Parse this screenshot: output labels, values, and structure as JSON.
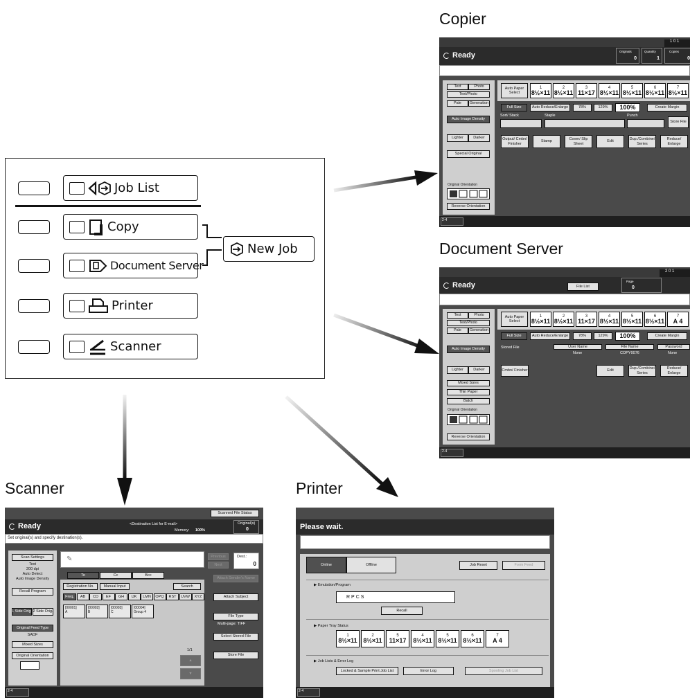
{
  "labels": {
    "copier": "Copier",
    "document_server": "Document Server",
    "scanner": "Scanner",
    "printer": "Printer"
  },
  "control_panel": {
    "job_list": "Job List",
    "copy": "Copy",
    "document_server": "Document Server",
    "printer": "Printer",
    "scanner": "Scanner",
    "new_job": "New Job"
  },
  "copier_screen": {
    "counter": "1 0 1",
    "status": "Ready",
    "originals_label": "Originals",
    "originals_value": "0",
    "quantity_label": "Quantity",
    "quantity_value": "1",
    "copies_label": "Copies",
    "copies_value": "0",
    "left_buttons": [
      "Text",
      "Photo",
      "Text/Photo",
      "Pale",
      "Generation",
      "Auto Image Density",
      "Lighter",
      "Darker",
      "Special Original"
    ],
    "orientation_label": "Original Orientation",
    "reverse_orientation": "Reverse Orientation",
    "auto_paper": "Auto Paper Select",
    "trays": [
      {
        "n": "1",
        "size": "8½×11"
      },
      {
        "n": "2",
        "size": "8½×11"
      },
      {
        "n": "3",
        "size": "11×17"
      },
      {
        "n": "4",
        "size": "8½×11"
      },
      {
        "n": "5",
        "size": "8½×11"
      },
      {
        "n": "6",
        "size": "8½×11"
      },
      {
        "n": "7",
        "size": "8½×11"
      }
    ],
    "full_size": "Full Size",
    "auto_reduce": "Auto Reduce/Enlarge",
    "r78": "78%",
    "r129": "129%",
    "r100": "100%",
    "create_margin": "Create Margin",
    "sort_stack": "Sort/ Stack",
    "staple": "Staple",
    "punch": "Punch",
    "store_file": "Store File",
    "func_buttons": [
      "Output/ Cmbn/ Finisher",
      "Stamp",
      "Cover/ Slip Sheet",
      "Edit",
      "Dup./Combine/ Series",
      "Reduce/ Enlarge"
    ],
    "bottom_chip": "2-4"
  },
  "docserver_screen": {
    "counter": "2 0 1",
    "status": "Ready",
    "file_list": "File List",
    "page_label": "Page",
    "page_value": "0",
    "left_buttons": [
      "Text",
      "Photo",
      "Text/Photo",
      "Pale",
      "Generation",
      "Auto Image Density",
      "Lighter",
      "Darker",
      "Mixed Sizes",
      "Thin Paper",
      "Batch"
    ],
    "orientation_label": "Original Orientation",
    "reverse_orientation": "Reverse Orientation",
    "auto_paper": "Auto Paper Select",
    "trays": [
      {
        "n": "1",
        "size": "8½×11"
      },
      {
        "n": "2",
        "size": "8½×11"
      },
      {
        "n": "3",
        "size": "11×17"
      },
      {
        "n": "4",
        "size": "8½×11"
      },
      {
        "n": "5",
        "size": "8½×11"
      },
      {
        "n": "6",
        "size": "8½×11"
      },
      {
        "n": "7",
        "size": "A 4"
      }
    ],
    "full_size": "Full Size",
    "auto_reduce": "Auto Reduce/Enlarge",
    "r78": "78%",
    "r129": "129%",
    "r100": "100%",
    "create_margin": "Create Margin",
    "stored_file": "Stored File",
    "user_name_label": "User Name",
    "user_name_value": "None",
    "file_name_label": "File Name",
    "file_name_value": "COPY0076",
    "password_label": "Password",
    "password_value": "None",
    "cmbn": "Cmbn/ Finisher",
    "edit": "Edit",
    "dup": "Dup./Combine/ Series",
    "reduce": "Reduce/ Enlarge",
    "bottom_chip": "2-4"
  },
  "scanner_screen": {
    "scanned_file_status": "Scanned File Status",
    "status": "Ready",
    "dest_list": "<Destination List for E-mail>",
    "memory_label": "Memory:",
    "memory_value": "100%",
    "originals_label": "Original(s)",
    "originals_value": "0",
    "message": "Set original(s) and specify destination(s).",
    "scan_settings": "Scan Settings",
    "settings_text": [
      "Text",
      "200 dpi",
      "Auto Detect",
      "Auto Image Density"
    ],
    "recall_program": "Recall Program",
    "one_side": "1 Side Orig.",
    "two_side": "2 Side Orig.",
    "feed_type": "Original Feed Type",
    "sadf": "SADF",
    "mixed_sizes": "Mixed Sizes",
    "orientation": "Original Orientation",
    "previous": "Previous",
    "next": "Next",
    "dest_label": "Dest.:",
    "dest_value": "0",
    "tabs": [
      "To",
      "Cc",
      "Bcc"
    ],
    "registration_no": "Registration No.",
    "manual_input": "Manual Input",
    "search": "Search",
    "alpha": [
      "Freq.",
      "AB",
      "CD",
      "EF",
      "GH",
      "IJK",
      "LMN",
      "OPQ",
      "RST",
      "UVW",
      "XYZ"
    ],
    "entries": [
      {
        "id": "[00001]",
        "name": "A"
      },
      {
        "id": "[00002]",
        "name": "B"
      },
      {
        "id": "[00003]",
        "name": "C"
      },
      {
        "id": "[00004]",
        "name": "Group 4"
      }
    ],
    "page": "1/1",
    "attach_sender": "Attach Sender's Name",
    "attach_subject": "Attach Subject",
    "file_type": "File Type",
    "multipage": "Multi-page: TIFF",
    "select_stored": "Select Stored File",
    "store_file": "Store File",
    "bottom_chip": "2-4"
  },
  "printer_screen": {
    "status": "Please wait.",
    "online": "Online",
    "offline": "Offline",
    "job_reset": "Job Reset",
    "form_feed": "Form Feed",
    "emulation_label": "Emulation/Program",
    "emulation_value": "RPCS",
    "recall": "Recall",
    "paper_tray_status": "Paper Tray Status",
    "trays": [
      {
        "n": "1",
        "size": "8½×11"
      },
      {
        "n": "2",
        "size": "8½×11"
      },
      {
        "n": "5",
        "size": "11×17"
      },
      {
        "n": "4",
        "size": "8½×11"
      },
      {
        "n": "5",
        "size": "8½×11"
      },
      {
        "n": "6",
        "size": "8½×11"
      },
      {
        "n": "7",
        "size": "A 4"
      }
    ],
    "job_lists_label": "Job Lists & Error Log",
    "locked_list": "Locked & Sample Print Job List",
    "error_log": "Error Log",
    "spooling": "Spooling Job List",
    "bottom_chip": "2-4"
  }
}
